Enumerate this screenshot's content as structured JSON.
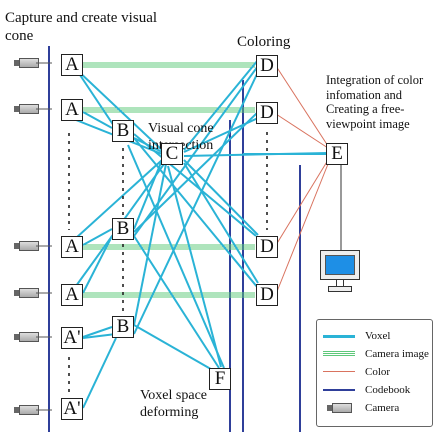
{
  "labels": {
    "capture": "Capture and create visual cone",
    "coloring": "Coloring",
    "integration": "Integration of color infomation and Creating a free-viewpoint image",
    "visual_cone_intersection": "Visual cone intersection",
    "voxel_space_deforming": "Voxel space deforming"
  },
  "nodes": {
    "a1": "A",
    "a2": "A",
    "a3": "A",
    "a4": "A",
    "ap1": "A'",
    "ap2": "A'",
    "b1": "B",
    "b2": "B",
    "b3": "B",
    "c": "C",
    "d1": "D",
    "d2": "D",
    "d3": "D",
    "d4": "D",
    "e": "E",
    "f": "F"
  },
  "legend": {
    "voxel": "Voxel",
    "camera_image": "Camera image",
    "color": "Color",
    "codebook": "Codebook",
    "camera": "Camera"
  },
  "colors": {
    "voxel": "#2ab3d6",
    "camera_image": "#5ec87a",
    "color": "#d9735f",
    "codebook": "#2f3f9a",
    "monitor_screen": "#1e8fe6"
  },
  "icons": [
    "camera-icon",
    "monitor-icon"
  ]
}
